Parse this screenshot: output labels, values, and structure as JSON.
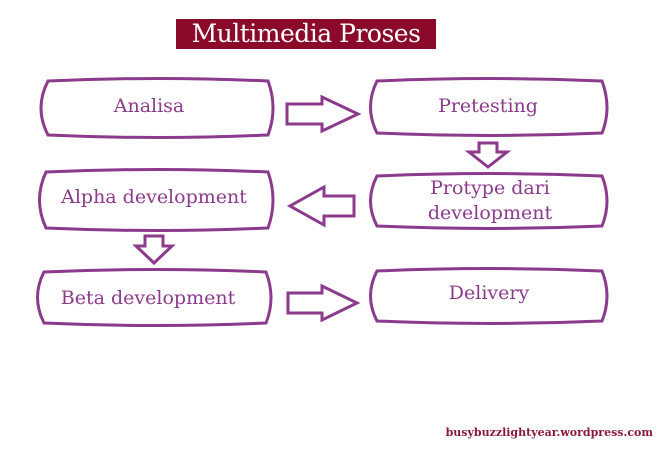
{
  "title": "Multimedia Proses",
  "nodes": [
    {
      "id": "analisa",
      "label": "Analisa"
    },
    {
      "id": "pretesting",
      "label": "Pretesting"
    },
    {
      "id": "protype",
      "label_lines": [
        "Protype dari",
        "development"
      ]
    },
    {
      "id": "alpha",
      "label": "Alpha development"
    },
    {
      "id": "beta",
      "label": "Beta development"
    },
    {
      "id": "delivery",
      "label": "Delivery"
    }
  ],
  "footer": "busybuzzlightyear.wordpress.com",
  "colors": {
    "title_bg": "#8b0a2a",
    "stroke": "#8c3a8c",
    "text": "#8c3a8c"
  }
}
